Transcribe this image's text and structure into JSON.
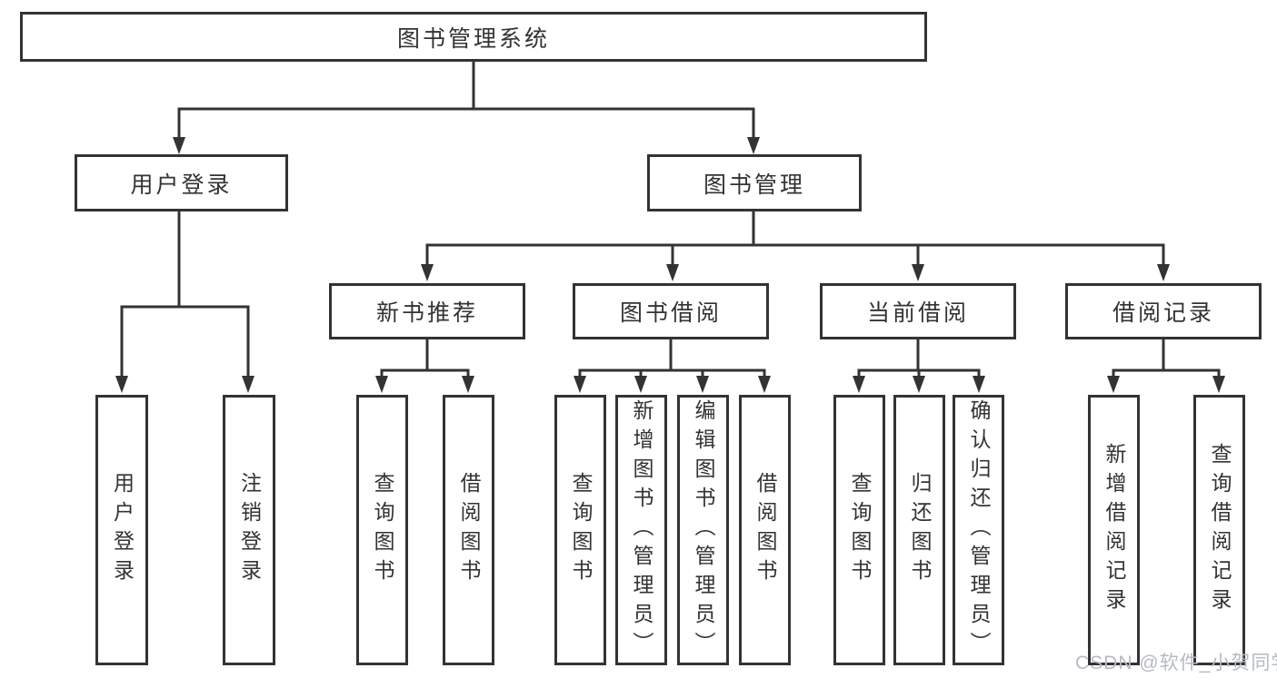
{
  "tree": {
    "root": {
      "label": "图书管理系统",
      "children": [
        {
          "label": "用户登录",
          "children": [
            {
              "label": "用户登录"
            },
            {
              "label": "注销登录"
            }
          ]
        },
        {
          "label": "图书管理",
          "children": [
            {
              "label": "新书推荐",
              "children": [
                {
                  "label": "查询图书"
                },
                {
                  "label": "借阅图书"
                }
              ]
            },
            {
              "label": "图书借阅",
              "children": [
                {
                  "label": "查询图书"
                },
                {
                  "label": "新增图书（管理员）"
                },
                {
                  "label": "编辑图书（管理员）"
                },
                {
                  "label": "借阅图书"
                }
              ]
            },
            {
              "label": "当前借阅",
              "children": [
                {
                  "label": "查询图书"
                },
                {
                  "label": "归还图书"
                },
                {
                  "label": "确认归还（管理员）"
                }
              ]
            },
            {
              "label": "借阅记录",
              "children": [
                {
                  "label": "新增借阅记录"
                },
                {
                  "label": "查询借阅记录"
                }
              ]
            }
          ]
        }
      ]
    }
  },
  "watermark": {
    "text": "CSDN @软件_小贺同学",
    "color": "#b6bac1"
  },
  "colors": {
    "line": "#333333",
    "box_border": "#333333",
    "text": "#333333",
    "background": "#ffffff"
  }
}
